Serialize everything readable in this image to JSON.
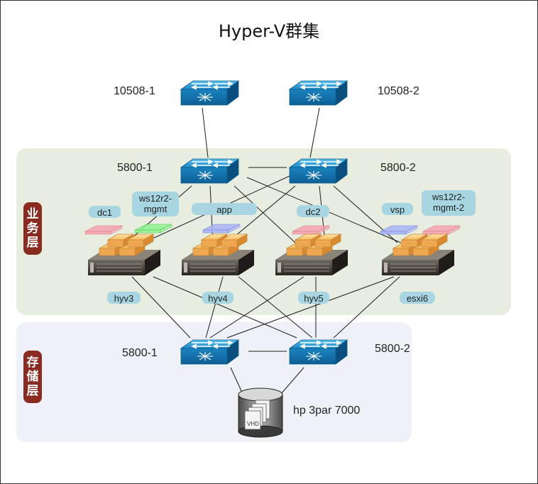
{
  "title": "Hyper-V群集",
  "layers": {
    "business": [
      "业",
      "务",
      "层"
    ],
    "storage": [
      "存",
      "储",
      "层"
    ]
  },
  "switches": {
    "core1": "10508-1",
    "core2": "10508-2",
    "biz1": "5800-1",
    "biz2": "5800-2",
    "sto1": "5800-1",
    "sto2": "5800-2"
  },
  "vms": {
    "dc1": "dc1",
    "mgmt": "ws12r2-\nmgmt",
    "app": "app",
    "dc2": "dc2",
    "vsp": "vsp",
    "mgmt2": "ws12r2-\nmgmt-2"
  },
  "hosts": [
    "hyv3",
    "hyv4",
    "hyv5",
    "esxi6"
  ],
  "storage": {
    "label": "hp 3par 7000",
    "disk_text": "VHD"
  },
  "colors": {
    "business_bg": "#e8eedf",
    "storage_bg": "#eef1f7",
    "switch_blue": "#1f8fc9",
    "pill": "#a8d5e2",
    "tag": "#8a2b22"
  }
}
